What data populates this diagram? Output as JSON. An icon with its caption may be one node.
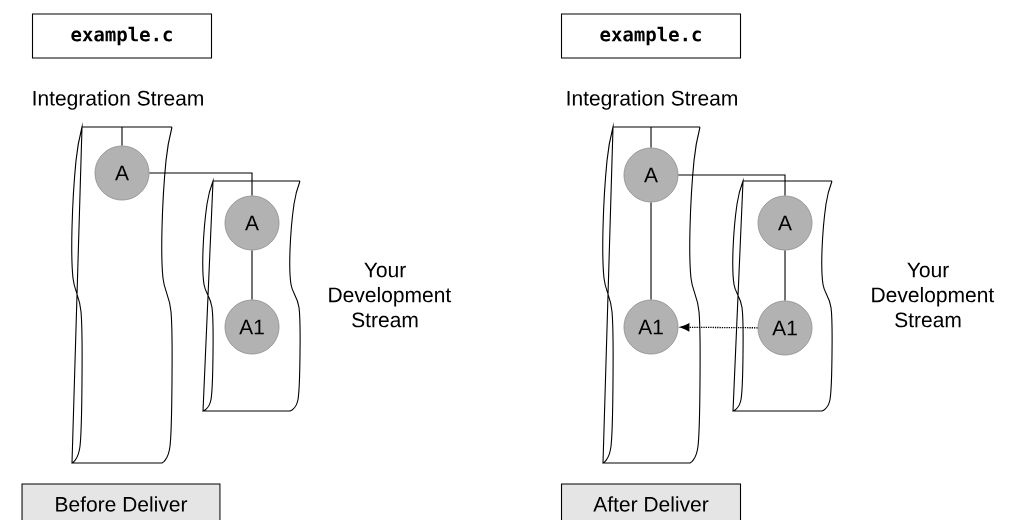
{
  "diagram": {
    "nodes": [
      {
        "text": [
          "example.c"
        ]
      },
      {
        "text": [
          "Integration Stream"
        ]
      },
      {
        "text": [
          "A"
        ],
        "in": 1
      },
      {
        "text": [
          "Your Development Stream"
        ]
      },
      {
        "text": [
          "A"
        ],
        "in": 3
      },
      {
        "text": [
          "A1"
        ],
        "in": 3
      },
      {
        "text": [
          "Before Deliver"
        ]
      },
      {
        "text": [
          "example.c"
        ]
      },
      {
        "text": [
          "Integration Stream"
        ]
      },
      {
        "text": [
          "A"
        ],
        "in": 8
      },
      {
        "text": [
          "A1"
        ],
        "in": 8
      },
      {
        "text": [
          "Your Development Stream"
        ]
      },
      {
        "text": [
          "A"
        ],
        "in": 11
      },
      {
        "text": [
          "A1"
        ],
        "in": 11
      },
      {
        "text": [
          "After Deliver"
        ]
      }
    ],
    "edges": [
      {
        "from": null,
        "to": 2,
        "arrow": "none"
      },
      {
        "from": 2,
        "to": 4,
        "arrow": "none"
      },
      {
        "from": 4,
        "to": 5,
        "arrow": "none"
      },
      {
        "from": null,
        "to": 9,
        "arrow": "none"
      },
      {
        "from": 9,
        "to": 10,
        "arrow": "none"
      },
      {
        "from": 9,
        "to": 12,
        "arrow": "none"
      },
      {
        "from": 12,
        "to": 13,
        "arrow": "none"
      },
      {
        "from": 13,
        "to": 10,
        "arrow": "to",
        "style": "dashed"
      }
    ]
  }
}
